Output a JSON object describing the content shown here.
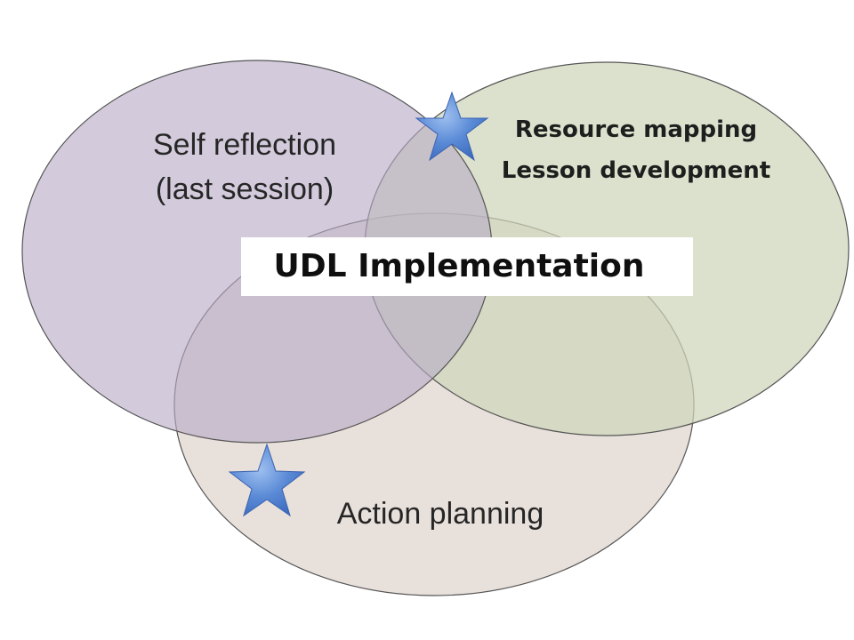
{
  "diagram": {
    "circles": [
      {
        "id": "self-reflection",
        "lines": [
          "Self reflection",
          "(last session)"
        ],
        "fill": "#cdc5d7"
      },
      {
        "id": "resource",
        "lines": [
          "Resource mapping",
          "Lesson development"
        ],
        "fill": "#d8dccb"
      },
      {
        "id": "action",
        "lines": [
          "Action planning"
        ],
        "fill": "#e6ddd8"
      }
    ],
    "center_label": "UDL Implementation",
    "colors": {
      "self_reflection_fill": "#cdc5d7",
      "resource_fill": "#d8dccb",
      "action_fill": "#e6ddd8",
      "outline": "#555555",
      "star": "#5b8bd6"
    },
    "icons": [
      "star-icon",
      "star-icon"
    ]
  }
}
